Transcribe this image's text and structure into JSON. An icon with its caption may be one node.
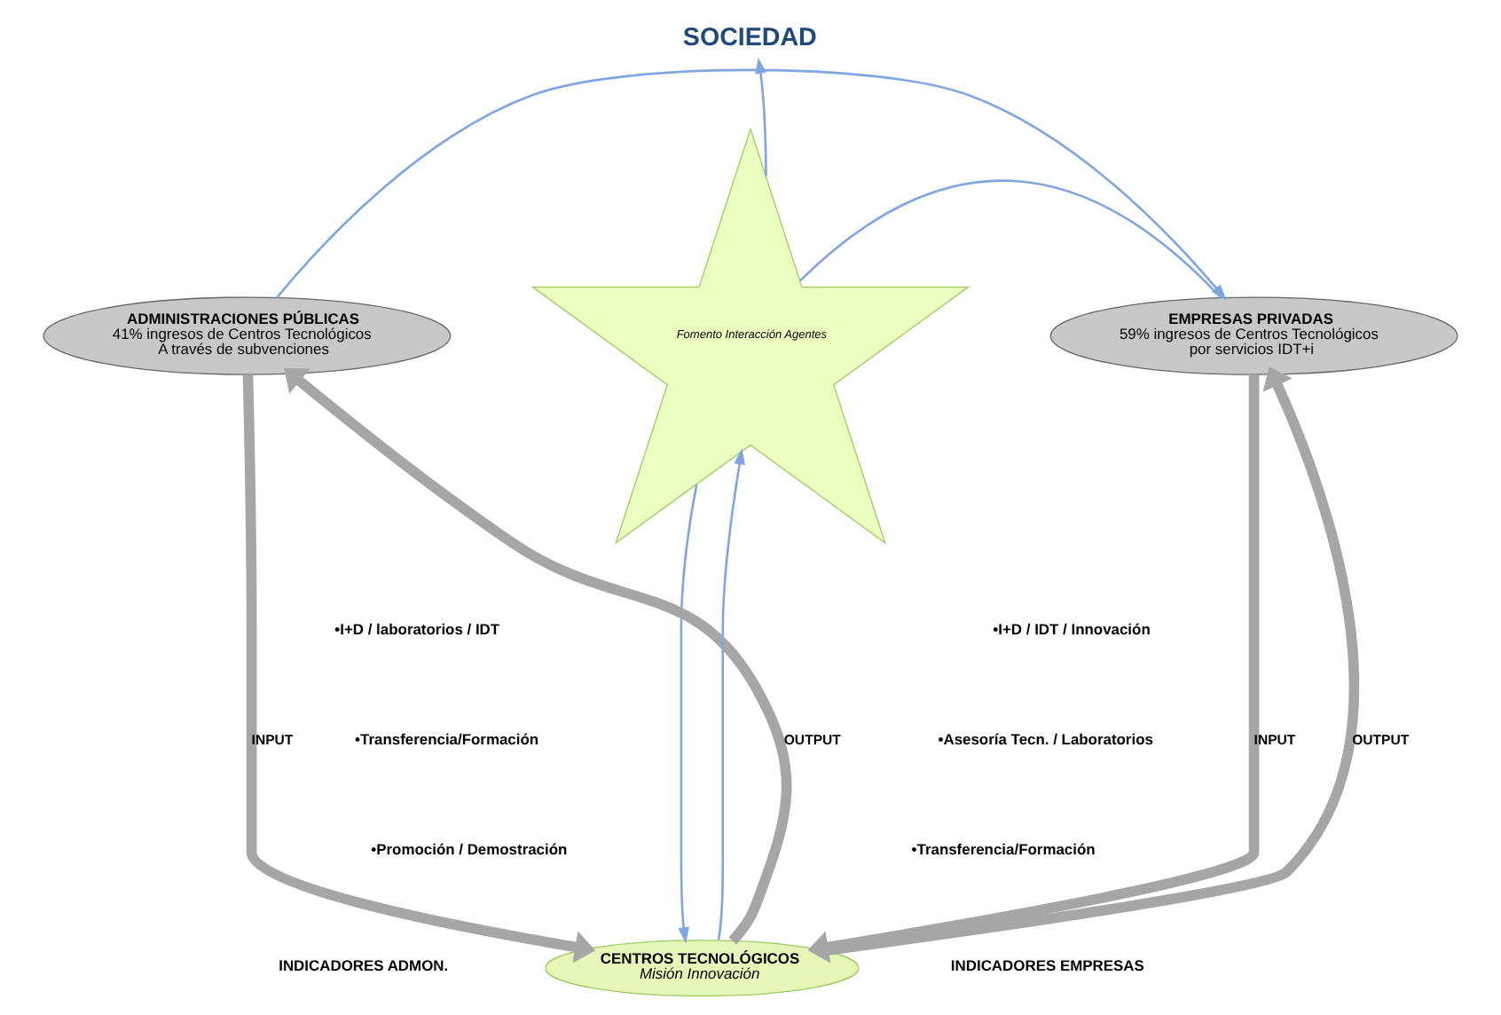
{
  "diagram": {
    "nodes": [
      {
        "text": [
          "SOCIEDAD"
        ]
      },
      {
        "text": [
          "ADMINISTRACIONES PÚBLICAS",
          "41% ingresos de Centros Tecnológicos",
          "A través de subvenciones"
        ]
      },
      {
        "text": [
          "Fomento Interacción Agentes"
        ]
      },
      {
        "text": [
          "EMPRESAS PRIVADAS",
          "59% ingresos de Centros Tecnológicos",
          "por servicios IDT+i"
        ]
      },
      {
        "text": [
          "CENTROS TECNOLÓGICOS",
          "Misión Innovación"
        ]
      }
    ],
    "edges": [
      {
        "from": 2,
        "to": 0,
        "arrow": "to"
      },
      {
        "from": 1,
        "to": 3,
        "arrow": "to"
      },
      {
        "from": 4,
        "to": 2,
        "arrow": "to"
      },
      {
        "from": 2,
        "to": 3,
        "arrow": "none"
      },
      {
        "from": 2,
        "to": 4,
        "arrow": "to"
      },
      {
        "from": 1,
        "to": 4,
        "label": "INPUT",
        "arrow": "to",
        "style": "thick",
        "color": "#a6a6a6"
      },
      {
        "from": 3,
        "to": 4,
        "label": "INPUT",
        "arrow": "to",
        "style": "thick",
        "color": "#a6a6a6"
      },
      {
        "from": 4,
        "to": 1,
        "label": "OUTPUT",
        "arrow": "to",
        "style": "thick",
        "color": "#a6a6a6"
      },
      {
        "from": 4,
        "to": 3,
        "label": "OUTPUT",
        "arrow": "to",
        "style": "thick",
        "color": "#a6a6a6"
      }
    ],
    "labels": [
      "•I+D / laboratorios / IDT",
      "•Transferencia/Formación",
      "•Promoción / Demostración",
      "•I+D / IDT / Innovación",
      "•Asesoría Tecn. / Laboratorios",
      "•Transferencia/Formación",
      "INDICADORES ADMON.",
      "INDICADORES EMPRESAS"
    ]
  }
}
